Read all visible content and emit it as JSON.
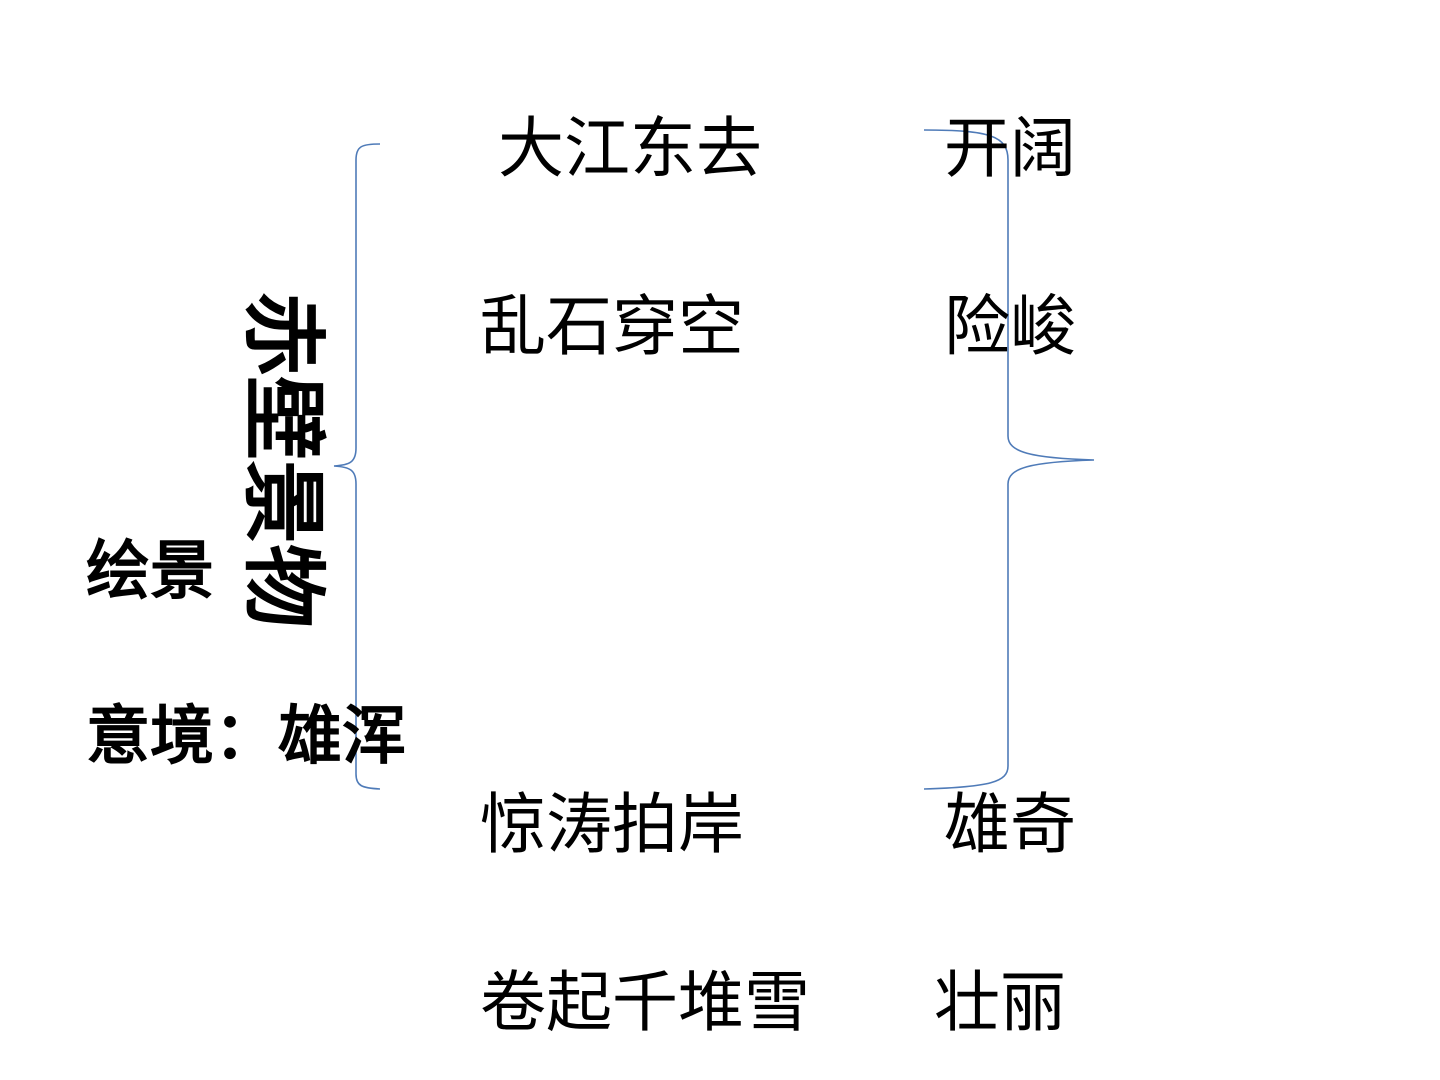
{
  "slide": {
    "vertical_title": "赤壁景物",
    "left_labels": {
      "draw_scene": "绘景",
      "mood": "意境：雄浑"
    },
    "phrases": [
      "大江东去",
      "乱石穿空",
      "惊涛拍岸",
      "卷起千堆雪"
    ],
    "descriptors": [
      "开阔",
      "险峻",
      "雄奇",
      "壮丽"
    ],
    "colors": {
      "text": "#000000",
      "brace": "#4f7bb8",
      "background": "#ffffff"
    }
  }
}
